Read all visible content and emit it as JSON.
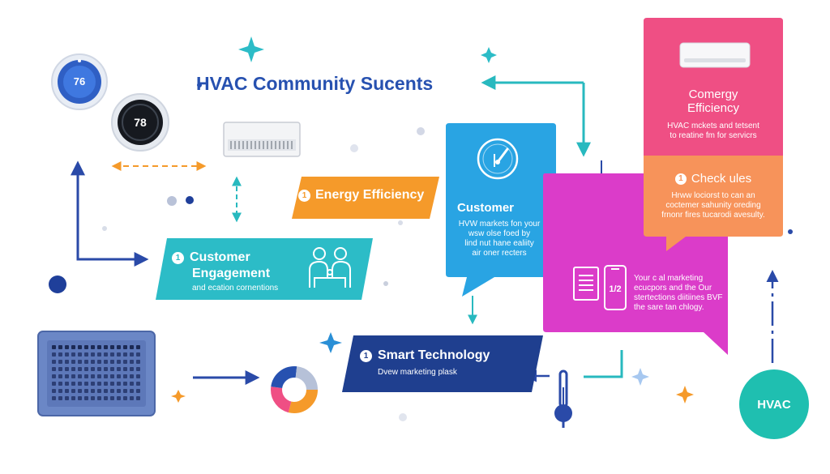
{
  "title": "HVAC Community Sucents",
  "thermostats": {
    "round_display": "76",
    "dark_display": "78"
  },
  "cards": {
    "energy_efficiency": {
      "badge": "1",
      "label": "Energy Efficiency"
    },
    "customer_engagement": {
      "badge": "1",
      "title_line1": "Customer",
      "title_line2": "Engagement",
      "subtitle": "and ecation cornentions"
    },
    "customer": {
      "title": "Customer",
      "lines": [
        "HVW markets fon your",
        "wsw olse foed by",
        "lind nut hane ealiity",
        "air oner recters"
      ]
    },
    "comergy": {
      "title_line1": "Comergy",
      "title_line2": "Efficiency",
      "lines": [
        "HVAC mckets and tetsent",
        "to reatine fm for servicrs"
      ]
    },
    "check_ules": {
      "badge": "1",
      "title": "Check ules",
      "lines": [
        "Hrww lociorst to can an",
        "coctemer sahunity oreding",
        "frnonr fires tucarodi avesulty."
      ]
    },
    "magenta_note": {
      "lines": [
        "Your c al marketing",
        "ecucpors and the Our",
        "stertections diitiines BVF",
        "the sare tan chlogy."
      ],
      "phone_text": "1/2"
    },
    "smart_technology": {
      "badge": "1",
      "title": "Smart Technology",
      "subtitle": "Dvew marketing plask"
    }
  },
  "hvac_badge": "HVAC",
  "colors": {
    "title_blue": "#2751b0",
    "energy_orange": "#f59a2a",
    "engagement_teal": "#2cbcc7",
    "customer_blue": "#29a4e3",
    "pink": "#ef4f84",
    "magenta": "#db3cc9",
    "light_orange": "#f7935a",
    "navy": "#1f3f8f",
    "dark_teal": "#1fbfb0",
    "arrow_navy": "#2a4aa8",
    "arrow_teal": "#28b9bf"
  }
}
